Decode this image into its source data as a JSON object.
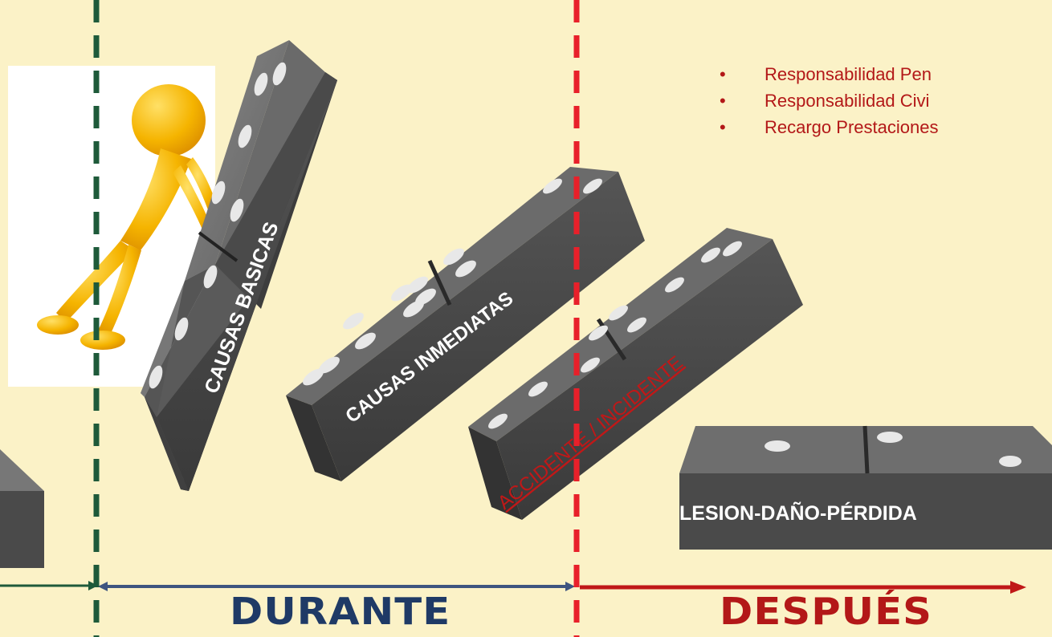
{
  "slide": {
    "dominoes": {
      "basic_causes": "CAUSAS BASICAS",
      "immediate_causes": "CAUSAS INMEDIATAS",
      "accident": "ACCIDENTE / INCIDENTE",
      "loss": "LESION-DAÑO-PÉRDIDA"
    },
    "consequences": [
      "Responsabilidad  Pen",
      "Responsabilidad  Civi",
      "Recargo Prestaciones"
    ],
    "phases": {
      "during": "DURANTE",
      "after": "DESPUÉS"
    }
  },
  "colors": {
    "background": "#fbf2c7",
    "domino_face": "#4a4a4a",
    "domino_top": "#6e6e6e",
    "green_line": "#1e5a3a",
    "red_line": "#e8202a",
    "navy_text": "#1f3a66",
    "red_text": "#b31818"
  }
}
